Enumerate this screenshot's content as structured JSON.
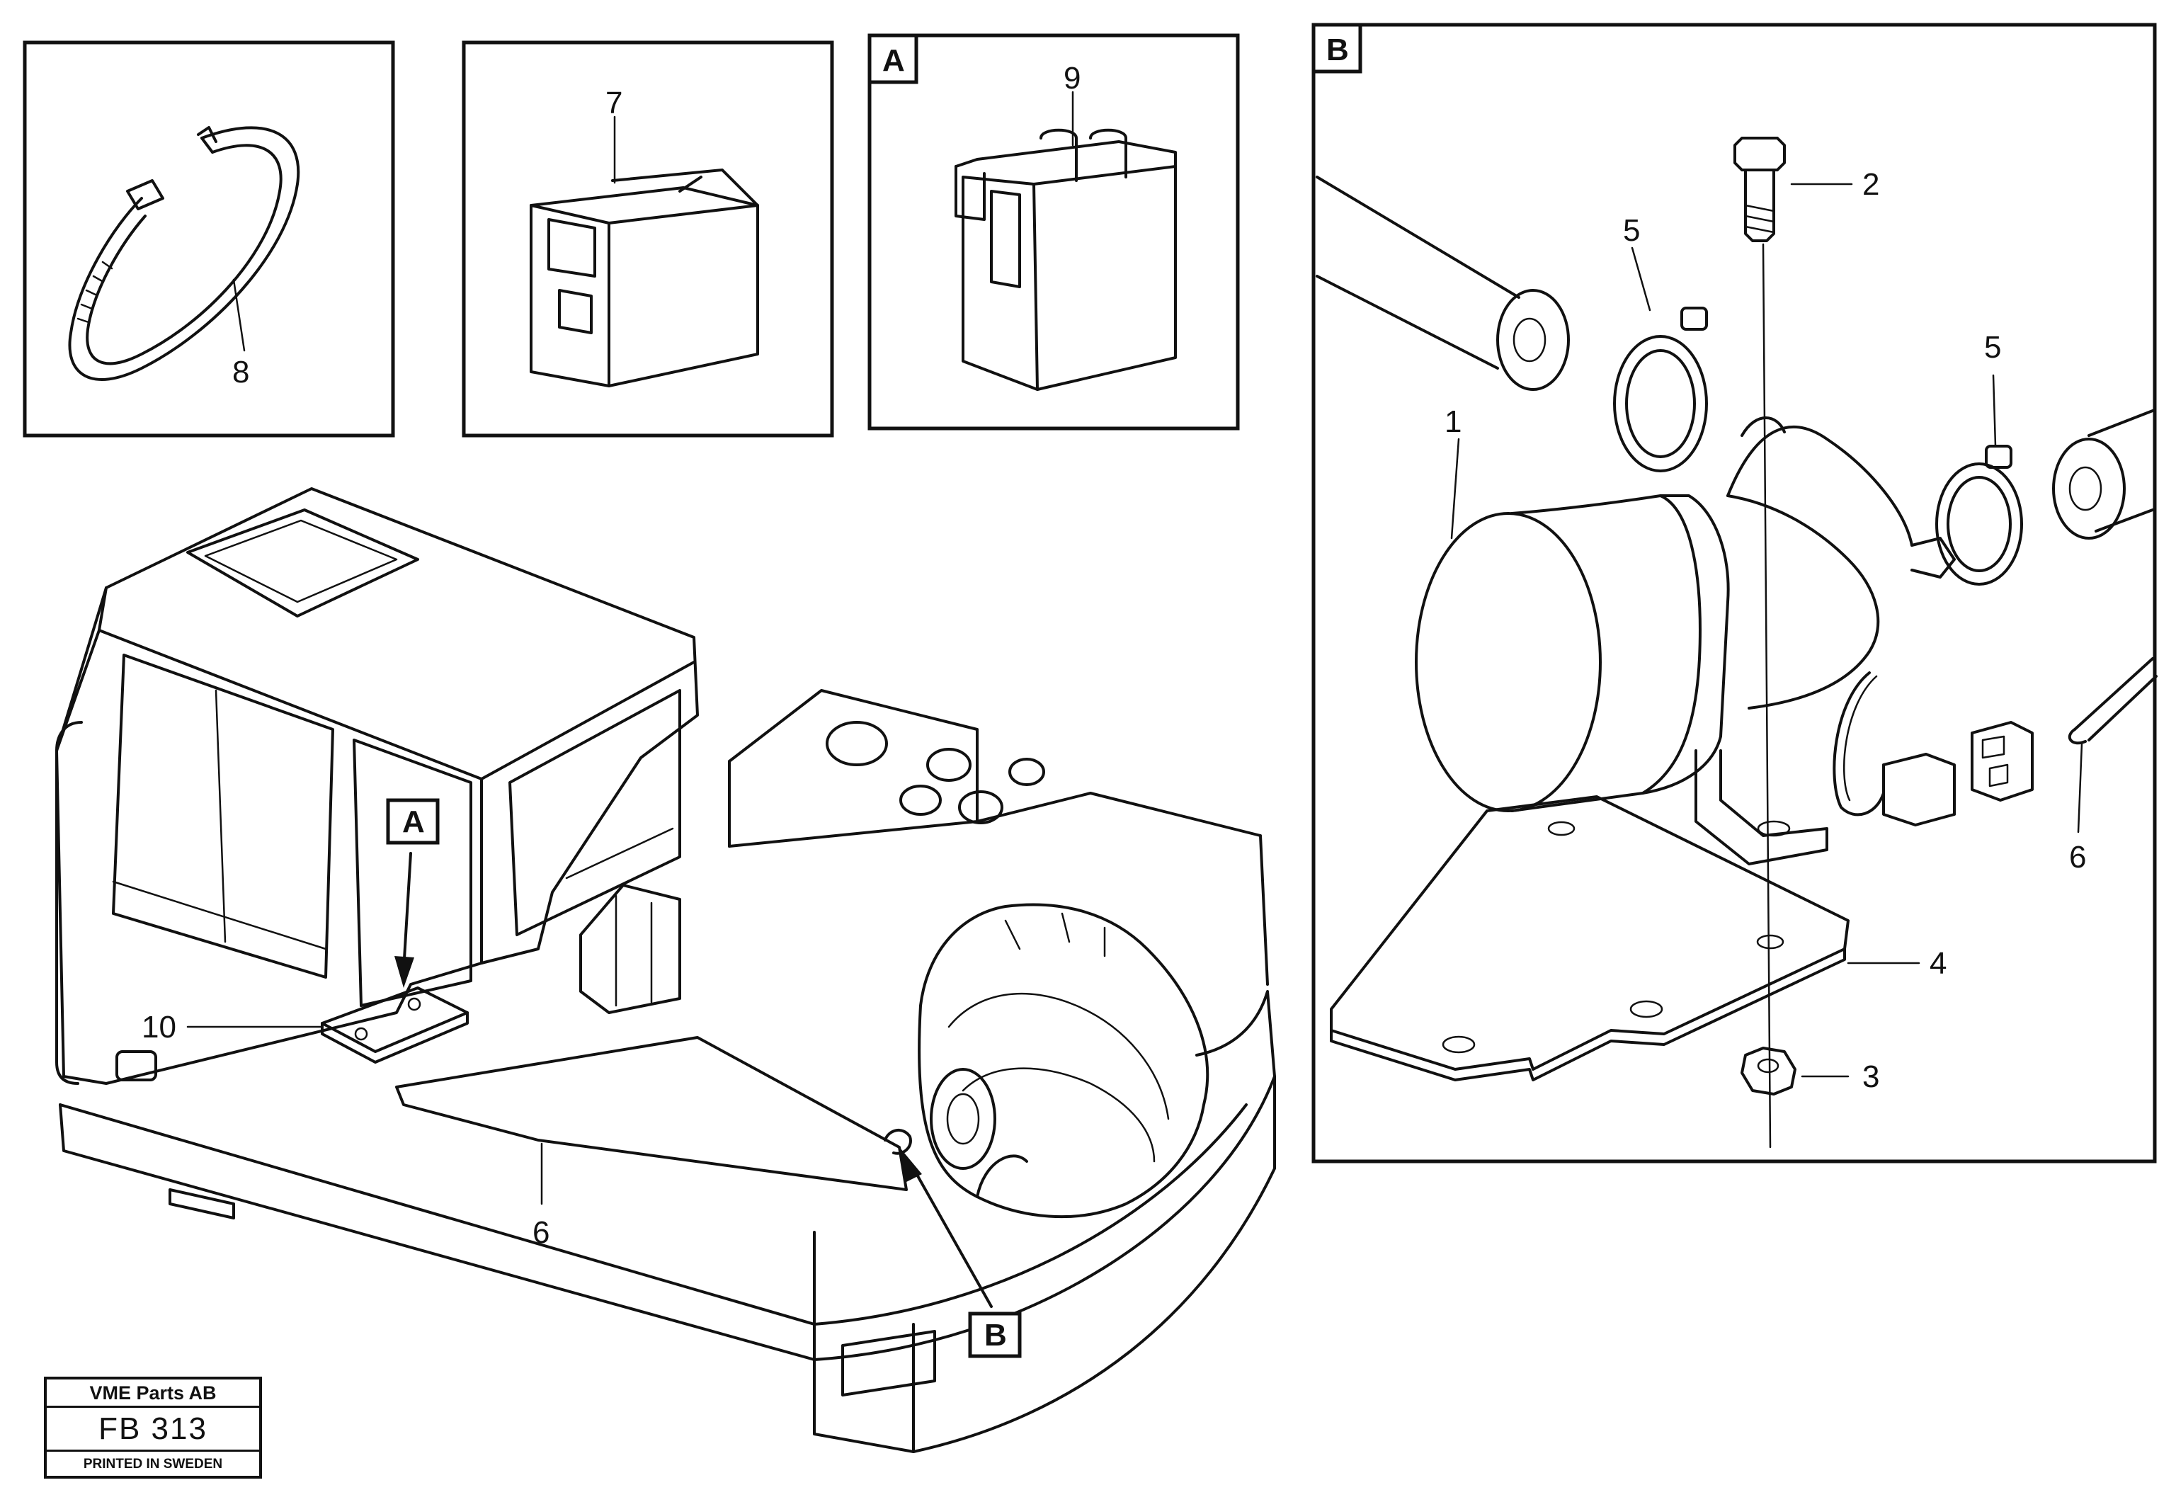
{
  "labels": {
    "detail_a": "A",
    "detail_b": "B",
    "ref_a": "A",
    "ref_b": "B"
  },
  "callouts": {
    "c1": "1",
    "c2": "2",
    "c3": "3",
    "c4": "4",
    "c5a": "5",
    "c5b": "5",
    "c6a": "6",
    "c6b": "6",
    "c7": "7",
    "c8": "8",
    "c9": "9",
    "c10": "10"
  },
  "title_block": {
    "company": "VME Parts AB",
    "code": "FB 313",
    "printed": "PRINTED IN SWEDEN"
  },
  "colors": {
    "ink": "#111111",
    "paper": "#ffffff"
  }
}
